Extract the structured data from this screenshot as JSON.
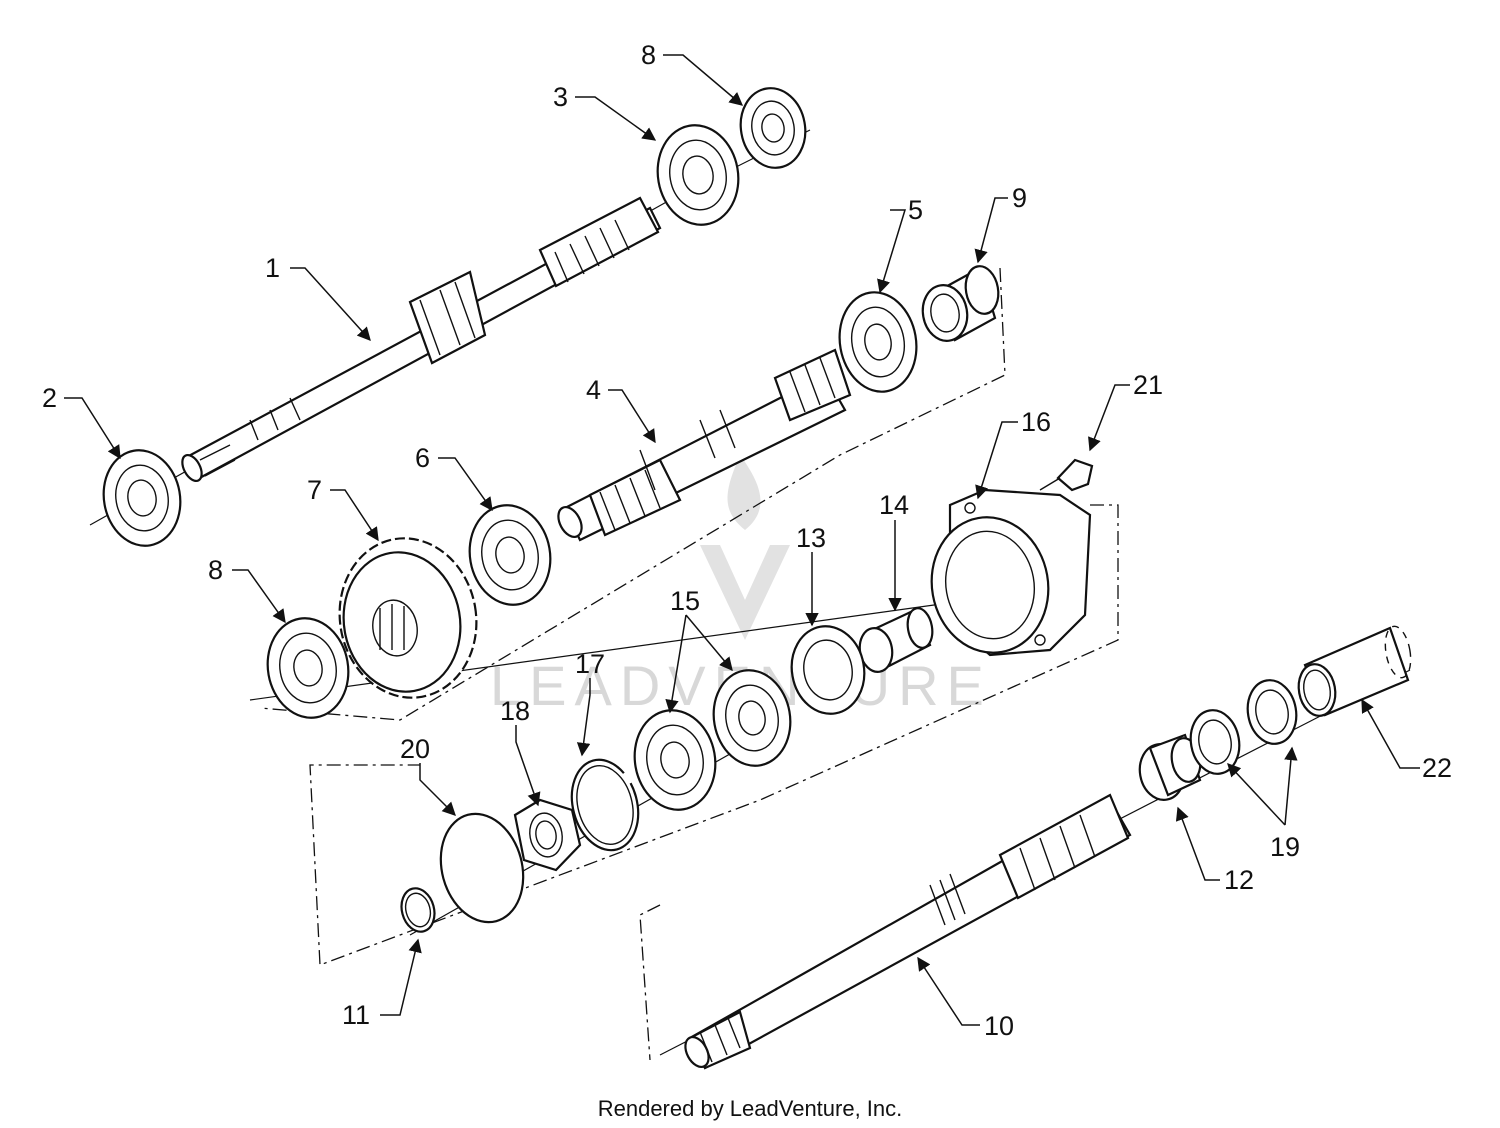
{
  "callouts": {
    "c1": "1",
    "c2": "2",
    "c3": "3",
    "c4": "4",
    "c5": "5",
    "c6": "6",
    "c7": "7",
    "c8a": "8",
    "c8b": "8",
    "c9": "9",
    "c10": "10",
    "c11": "11",
    "c12": "12",
    "c13": "13",
    "c14": "14",
    "c15": "15",
    "c16": "16",
    "c17": "17",
    "c18": "18",
    "c19": "19",
    "c20": "20",
    "c21": "21",
    "c22": "22"
  },
  "watermark": "LEADVENTURE",
  "footer": "Rendered by LeadVenture, Inc."
}
